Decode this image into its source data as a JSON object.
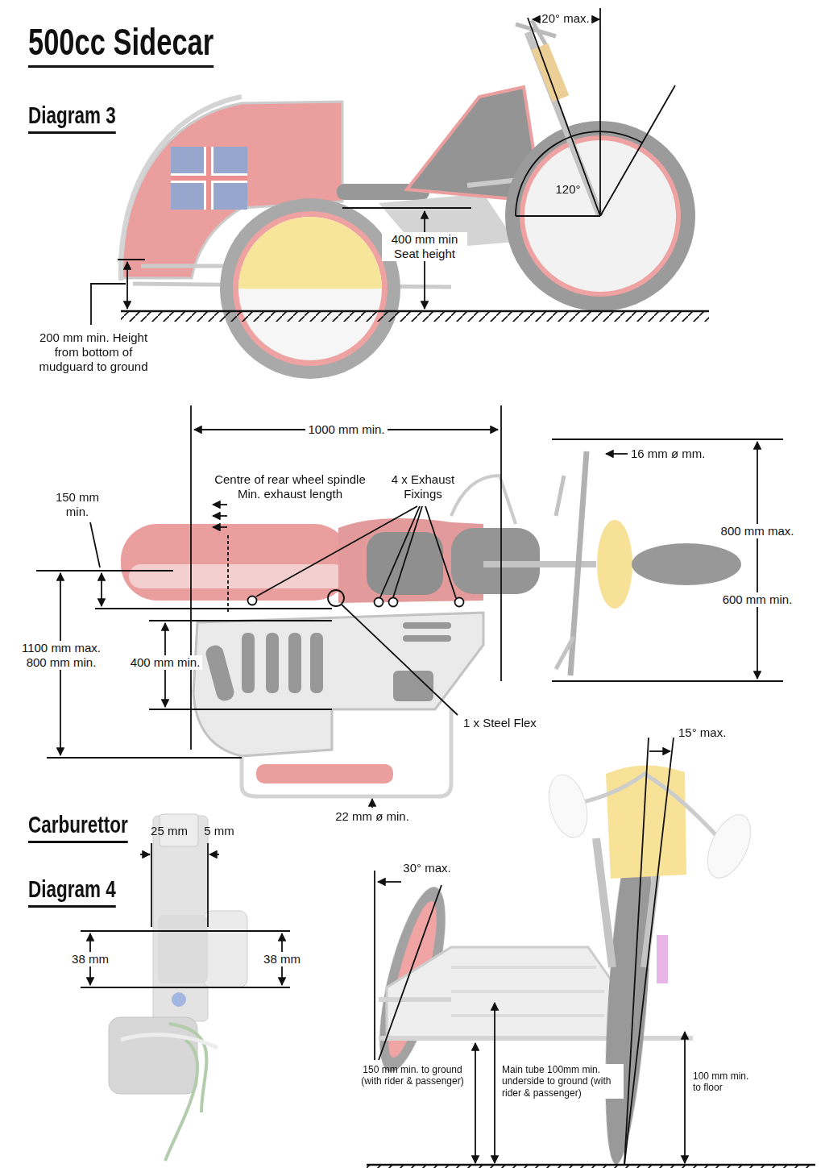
{
  "diagram": {
    "title": "500cc Sidecar",
    "labels": [
      "Diagram 3",
      "20° max.",
      "120°",
      "400 mm min Seat height",
      "200 mm min. Height from bottom of mudguard to ground",
      "1000 mm min.",
      "Centre of rear wheel spindle Min. exhaust length",
      "4 x Exhaust Fixings",
      "16 mm ø mm.",
      "800 mm max.",
      "600 mm min.",
      "150 mm min.",
      "1100 mm max. 800 mm min.",
      "400 mm min.",
      "1 x Steel Flex",
      "22 mm ø min.",
      "Carburettor",
      "Diagram 4",
      "25 mm",
      "5 mm",
      "38 mm",
      "38 mm",
      "15° max.",
      "30° max.",
      "150 mm min. to ground (with rider & passenger)",
      "Main tube 100mm min. underside to ground (with rider & passenger)",
      "100 mm min. to floor"
    ]
  }
}
